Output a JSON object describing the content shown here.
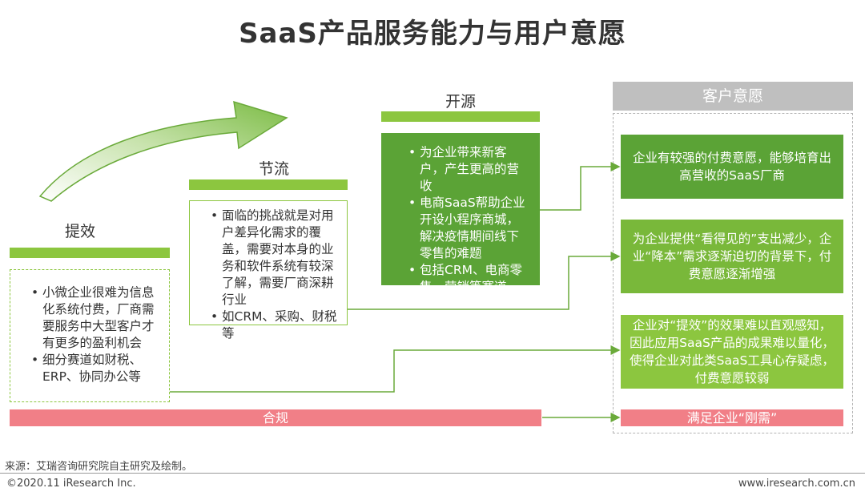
{
  "title": "SaaS产品服务能力与用户意愿",
  "columns": {
    "efficiency": {
      "label": "提效",
      "items": [
        "小微企业很难为信息化系统付费，厂商需要服务中大型客户才有更多的盈利机会",
        "细分赛道如财税、ERP、协同办公等"
      ]
    },
    "saving": {
      "label": "节流",
      "items": [
        "面临的挑战就是对用户差异化需求的覆盖，需要对本身的业务和软件系统有较深了解，需要厂商深耕行业",
        "如CRM、采购、财税等"
      ]
    },
    "revenue": {
      "label": "开源",
      "items": [
        "为企业带来新客户，产生更高的营收",
        "电商SaaS帮助企业开设小程序商城，解决疫情期间线下零售的难题",
        "包括CRM、电商零售、营销等赛道"
      ]
    }
  },
  "customer": {
    "header": "客户意愿",
    "boxes": [
      {
        "text": "企业有较强的付费意愿，能够培育出高营收的SaaS厂商",
        "color": "#5ba336"
      },
      {
        "text": "为企业提供“看得见的”支出减少，企业“降本”需求逐渐迫切的背景下，付费意愿逐渐增强",
        "color": "#79b83a"
      },
      {
        "text": "企业对“提效”的效果难以直观感知，因此应用SaaS产品的成果难以量化，使得企业对此类SaaS工具心存疑虑，付费意愿较弱",
        "color": "#8cc63f"
      }
    ]
  },
  "compliance": {
    "label": "合规",
    "result": "满足企业“刚需”",
    "color": "#f17f87"
  },
  "footer": {
    "source": "来源：艾瑞咨询研究院自主研究及绘制。",
    "copyright": "©2020.11 iResearch Inc.",
    "website": "www.iresearch.com.cn"
  }
}
